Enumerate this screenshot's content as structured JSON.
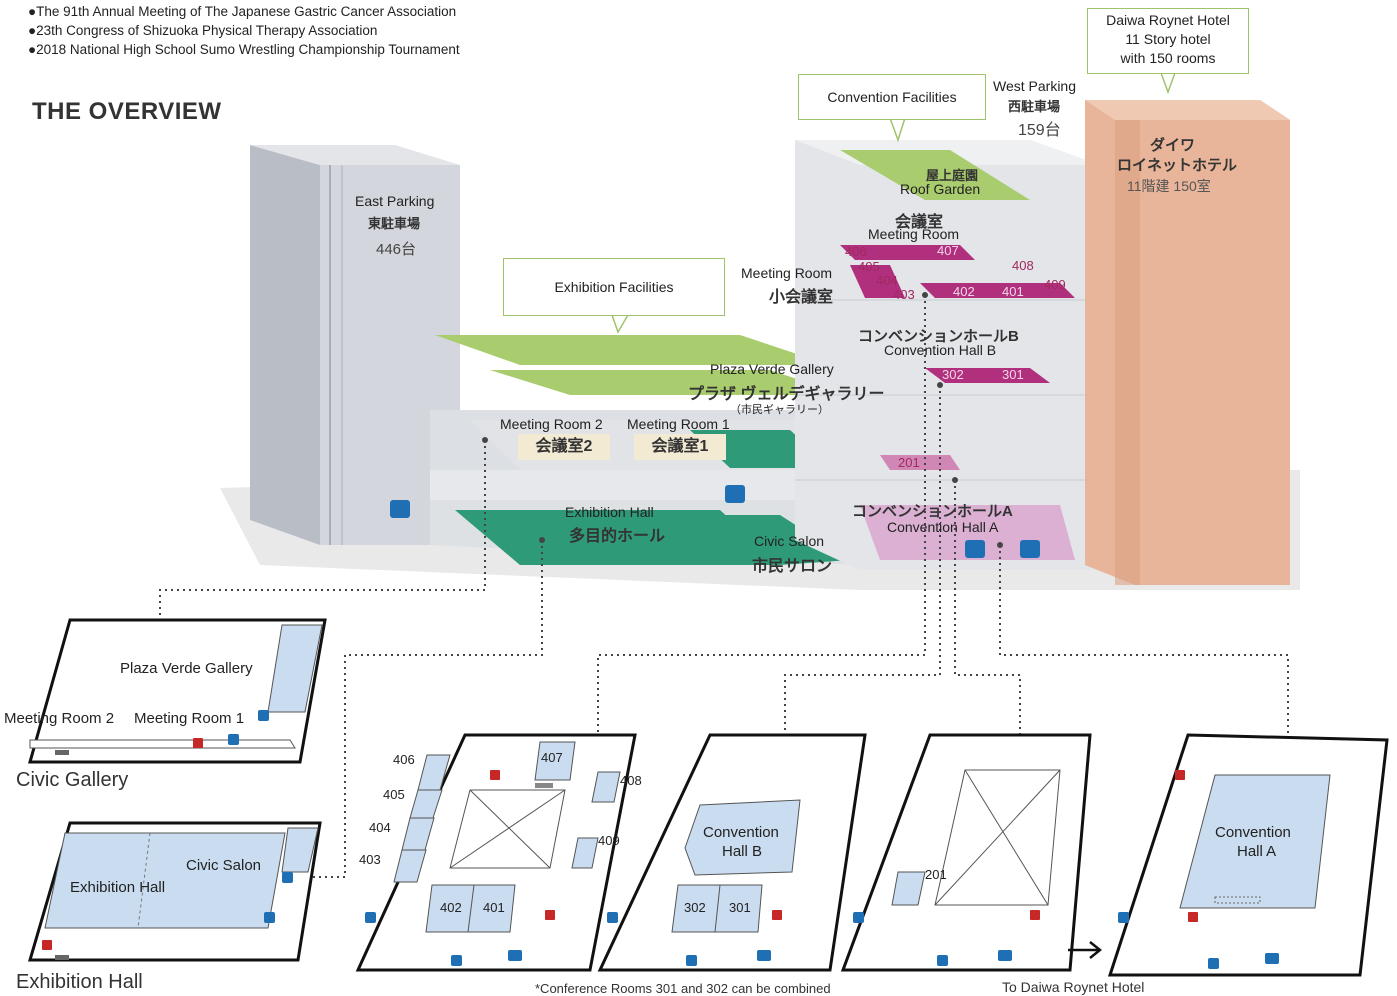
{
  "events": [
    "●The 91th Annual Meeting of The Japanese Gastric Cancer Association",
    "●23th Congress of Shizuoka Physical Therapy Association",
    "●2018 National High School Sumo Wrestling Championship Tournament"
  ],
  "overview_title": "THE OVERVIEW",
  "hotel": {
    "callout_lines": [
      "Daiwa Roynet Hotel",
      "11 Story hotel",
      "with 150 rooms"
    ],
    "jp_name": "ダイワ",
    "jp_name2": "ロイネットホテル",
    "jp_detail": "11階建 150室"
  },
  "west_parking": {
    "en": "West Parking",
    "jp": "西駐車場",
    "count": "159台"
  },
  "east_parking": {
    "en": "East Parking",
    "jp": "東駐車場",
    "count": "446台"
  },
  "convention_callout": "Convention Facilities",
  "exhibition_callout": "Exhibition Facilities",
  "roof_garden": {
    "jp": "屋上庭園",
    "en": "Roof Garden"
  },
  "meeting_room": {
    "jp": "会議室",
    "en": "Meeting Room"
  },
  "small_meeting_room": {
    "en": "Meeting Room",
    "jp": "小会議室"
  },
  "convention_hall_b": {
    "jp": "コンベンションホールB",
    "en": "Convention Hall B"
  },
  "convention_hall_a": {
    "jp": "コンベンションホールA",
    "en": "Convention Hall A"
  },
  "plaza_verde": {
    "en": "Plaza Verde Gallery",
    "jp": "プラザ ヴェルデギャラリー",
    "sub": "（市民ギャラリー）"
  },
  "meeting_room_2": {
    "en": "Meeting Room 2",
    "jp": "会議室2"
  },
  "meeting_room_1": {
    "en": "Meeting Room 1",
    "jp": "会議室1"
  },
  "exhibition_hall_3d": {
    "en": "Exhibition Hall",
    "jp": "多目的ホール"
  },
  "civic_salon_3d": {
    "en": "Civic Salon",
    "jp": "市民サロン"
  },
  "rooms_3d": {
    "r406": "406",
    "r405": "405",
    "r404": "404",
    "r403": "403",
    "r407": "407",
    "r402": "402",
    "r401": "401",
    "r408": "408",
    "r409": "409",
    "r302": "302",
    "r301": "301",
    "r201": "201"
  },
  "plans": {
    "civic_gallery": {
      "caption": "Civic Gallery",
      "plaza": "Plaza Verde Gallery",
      "mr2": "Meeting Room 2",
      "mr1": "Meeting Room 1"
    },
    "exhibition": {
      "caption": "Exhibition Hall",
      "hall": "Exhibition Hall",
      "salon": "Civic Salon"
    },
    "floor4": {
      "r406": "406",
      "r405": "405",
      "r404": "404",
      "r403": "403",
      "r407": "407",
      "r408": "408",
      "r409": "409",
      "r402": "402",
      "r401": "401"
    },
    "floor3": {
      "hall_line1": "Convention",
      "hall_line2": "Hall B",
      "r302": "302",
      "r301": "301"
    },
    "floor2": {
      "r201": "201"
    },
    "floor1": {
      "hall_line1": "Convention",
      "hall_line2": "Hall A"
    }
  },
  "footnote": "*Conference Rooms 301 and 302 can be combined",
  "to_hotel": "To Daiwa Roynet Hotel",
  "colors": {
    "green": "#2f9a78",
    "light_green": "#a9cc6e",
    "magenta": "#b0307e",
    "hotel": "#e8b59a",
    "plan_blue": "#c9dcf0"
  }
}
